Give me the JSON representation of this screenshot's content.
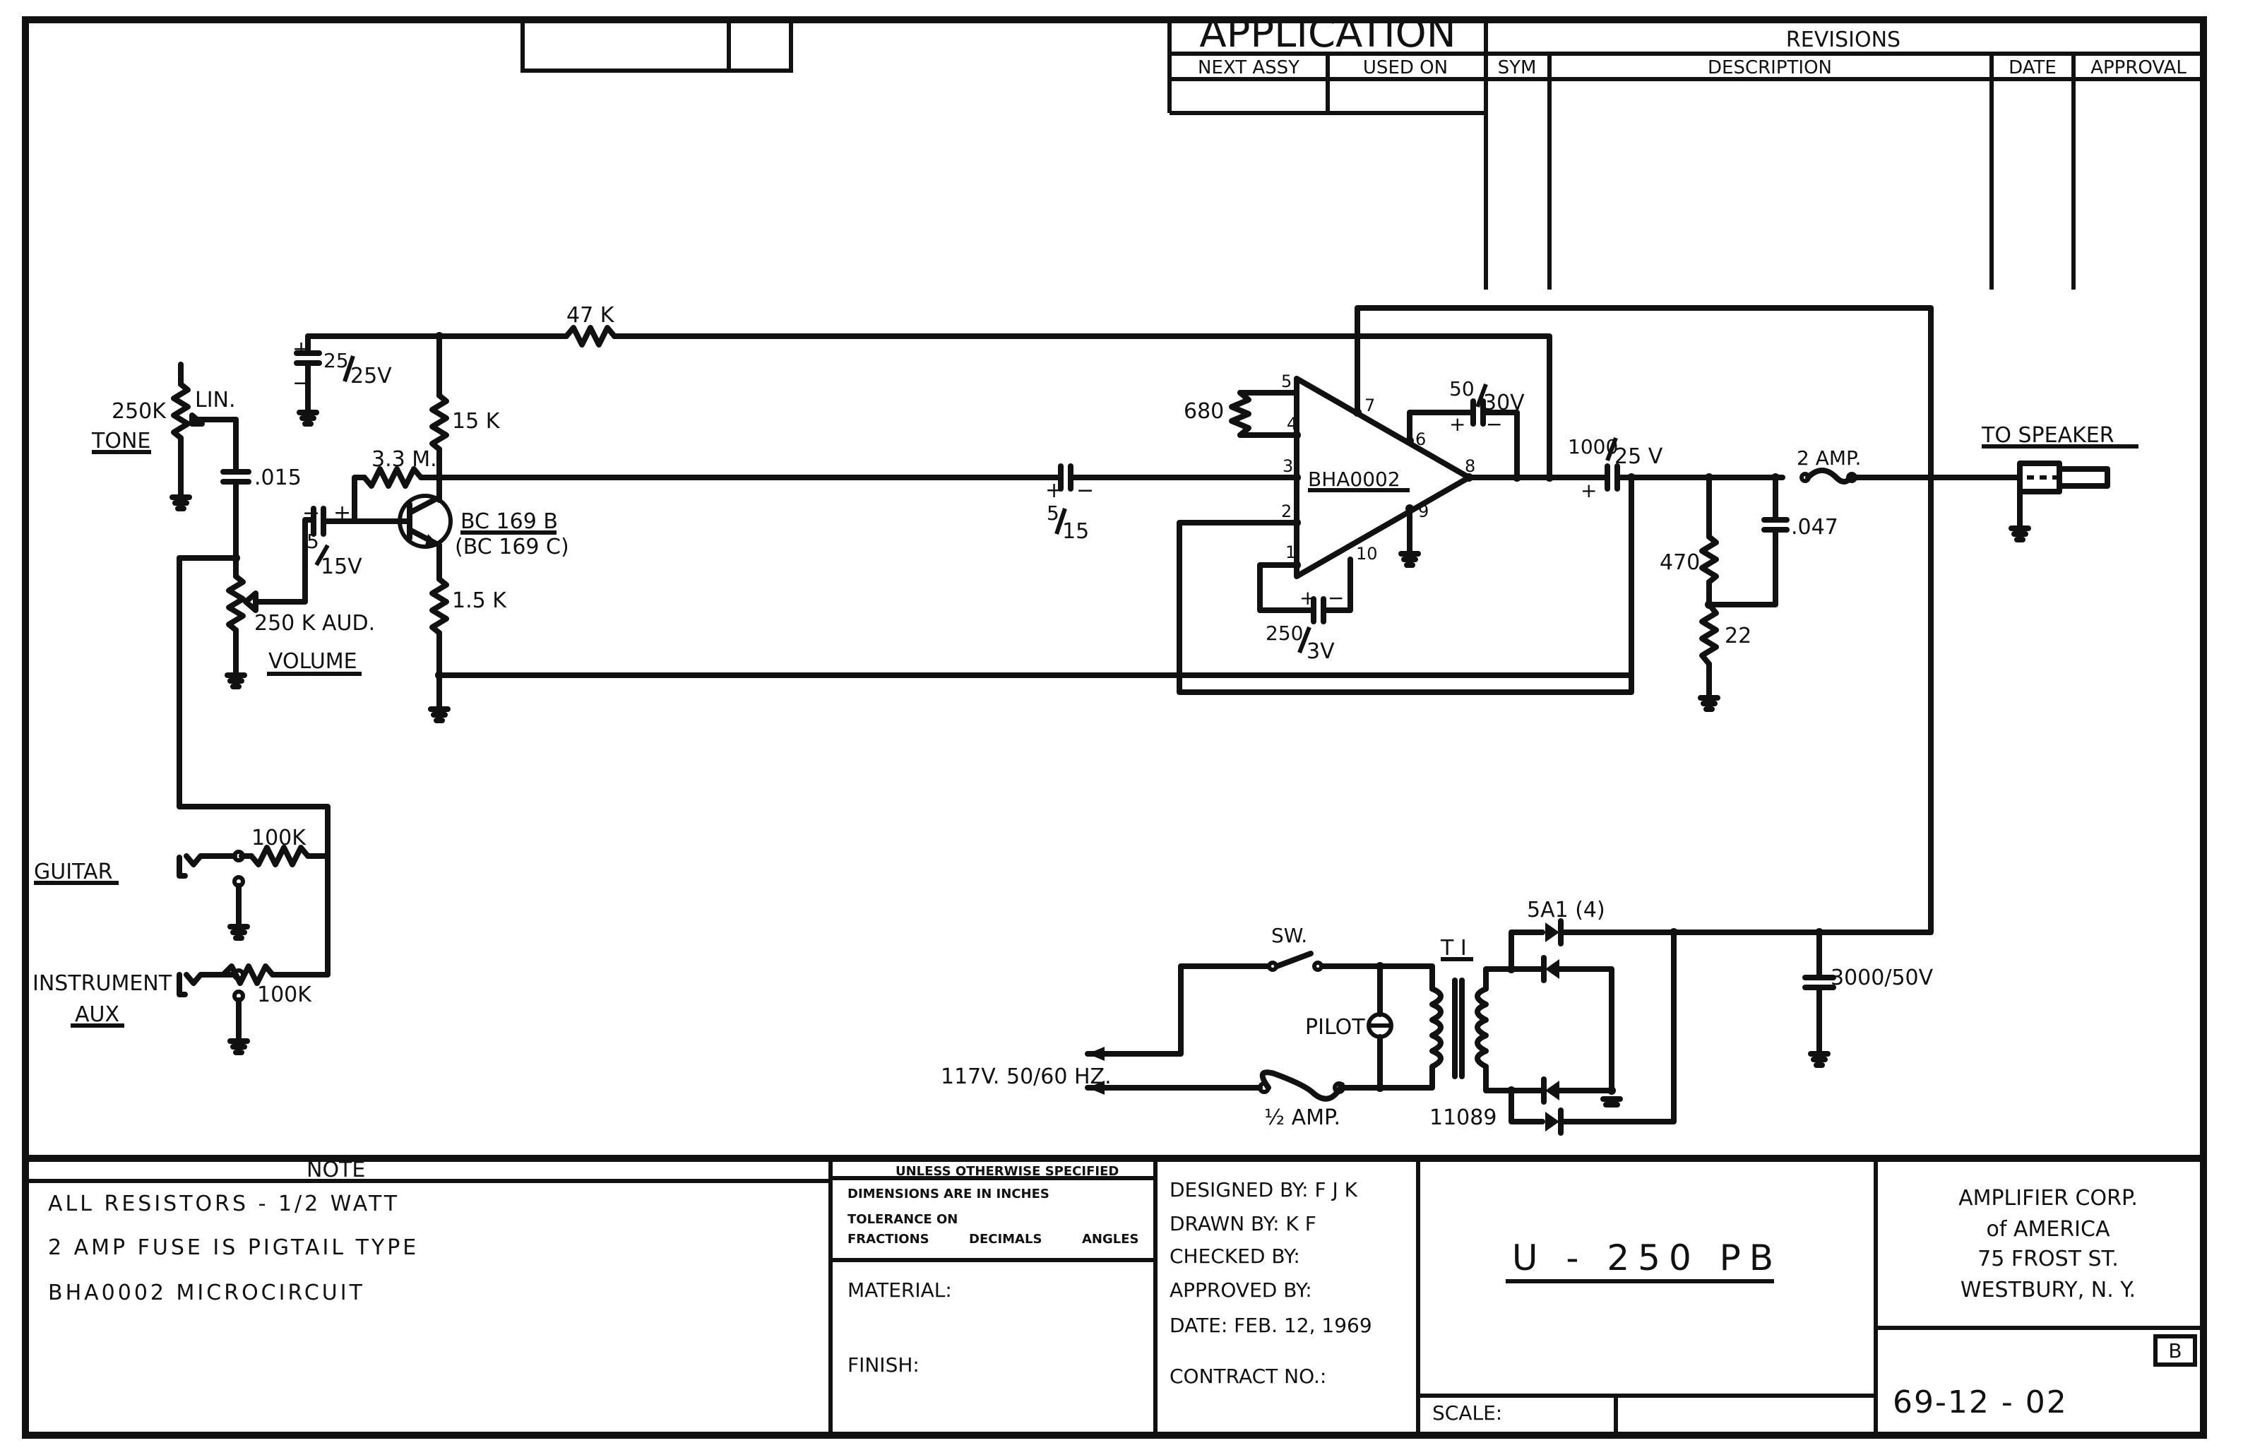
{
  "title_block": {
    "application_header": "APPLICATION",
    "next_assy": "NEXT ASSY",
    "used_on": "USED ON",
    "revisions_header": "REVISIONS",
    "sym": "SYM",
    "description": "DESCRIPTION",
    "date": "DATE",
    "approval": "APPROVAL"
  },
  "labels": {
    "tone_pot": "250K",
    "tone_lin": "LIN.",
    "tone": "TONE",
    "cap_015": ".015",
    "vol_pot": "250 K AUD.",
    "volume": "VOLUME",
    "cap_25": "25",
    "cap_25v": "25V",
    "r_47k": "47 K",
    "r_15k": "15 K",
    "r_33m": "3.3 M.",
    "transistor_1": "BC 169 B",
    "transistor_2": "(BC 169 C)",
    "r_15k_em": "1.5 K",
    "cap_5_15v_top": "5",
    "cap_5_15v_bot": "15V",
    "cap_5_15_top": "5",
    "cap_5_15_bot": "15",
    "r_680": "680",
    "ic": "BHA0002",
    "cap_250_top": "250",
    "cap_250_bot": "3V",
    "cap_50_top": "50",
    "cap_50_bot": "30V",
    "cap_1000_top": "1000",
    "cap_1000_bot": "25 V",
    "fuse_2a": "2 AMP.",
    "r_470": "470",
    "r_22": "22",
    "cap_047": ".047",
    "to_speaker": "TO SPEAKER",
    "guitar": "GUITAR",
    "r_100k_a": "100K",
    "instrument": "INSTRUMENT",
    "aux": "AUX",
    "r_100k_b": "100K",
    "sw": "SW.",
    "t1": "T I",
    "diodes": "5A1 (4)",
    "pilot": "PILOT",
    "mains": "117V. 50/60  HZ.",
    "fuse_half": "½ AMP.",
    "t_part": "11089",
    "cap_3000": "3000/50V",
    "pin5": "5",
    "pin4": "4",
    "pin3": "3",
    "pin2": "2",
    "pin1": "1",
    "pin7": "7",
    "pin6": "6",
    "pin8": "8",
    "pin9": "9",
    "pin10": "10"
  },
  "notes": {
    "header": "NOTE",
    "line1": "ALL  RESISTORS - 1/2  WATT",
    "line2": "2 AMP  FUSE IS PIGTAIL TYPE",
    "line3": "BHA0002    MICROCIRCUIT"
  },
  "spec_block": {
    "unless": "UNLESS OTHERWISE SPECIFIED",
    "dimensions": "DIMENSIONS ARE IN INCHES",
    "tolerance": "TOLERANCE ON",
    "fractions": "FRACTIONS",
    "decimals": "DECIMALS",
    "angles": "ANGLES",
    "material": "MATERIAL:",
    "finish": "FINISH:"
  },
  "approvals": {
    "designed": "DESIGNED BY: F J K",
    "drawn": "DRAWN BY: K F",
    "checked": "CHECKED BY:",
    "approved": "APPROVED BY:",
    "date": "DATE: FEB. 12, 1969",
    "contract": "CONTRACT NO.:"
  },
  "model": {
    "name": "U - 250  PB",
    "scale": "SCALE:"
  },
  "company": {
    "line1": "AMPLIFIER CORP.",
    "line2": "of AMERICA",
    "line3": "75 FROST ST.",
    "line4": "WESTBURY, N. Y.",
    "rev": "B",
    "drawing_no": "69-12 - 02"
  }
}
